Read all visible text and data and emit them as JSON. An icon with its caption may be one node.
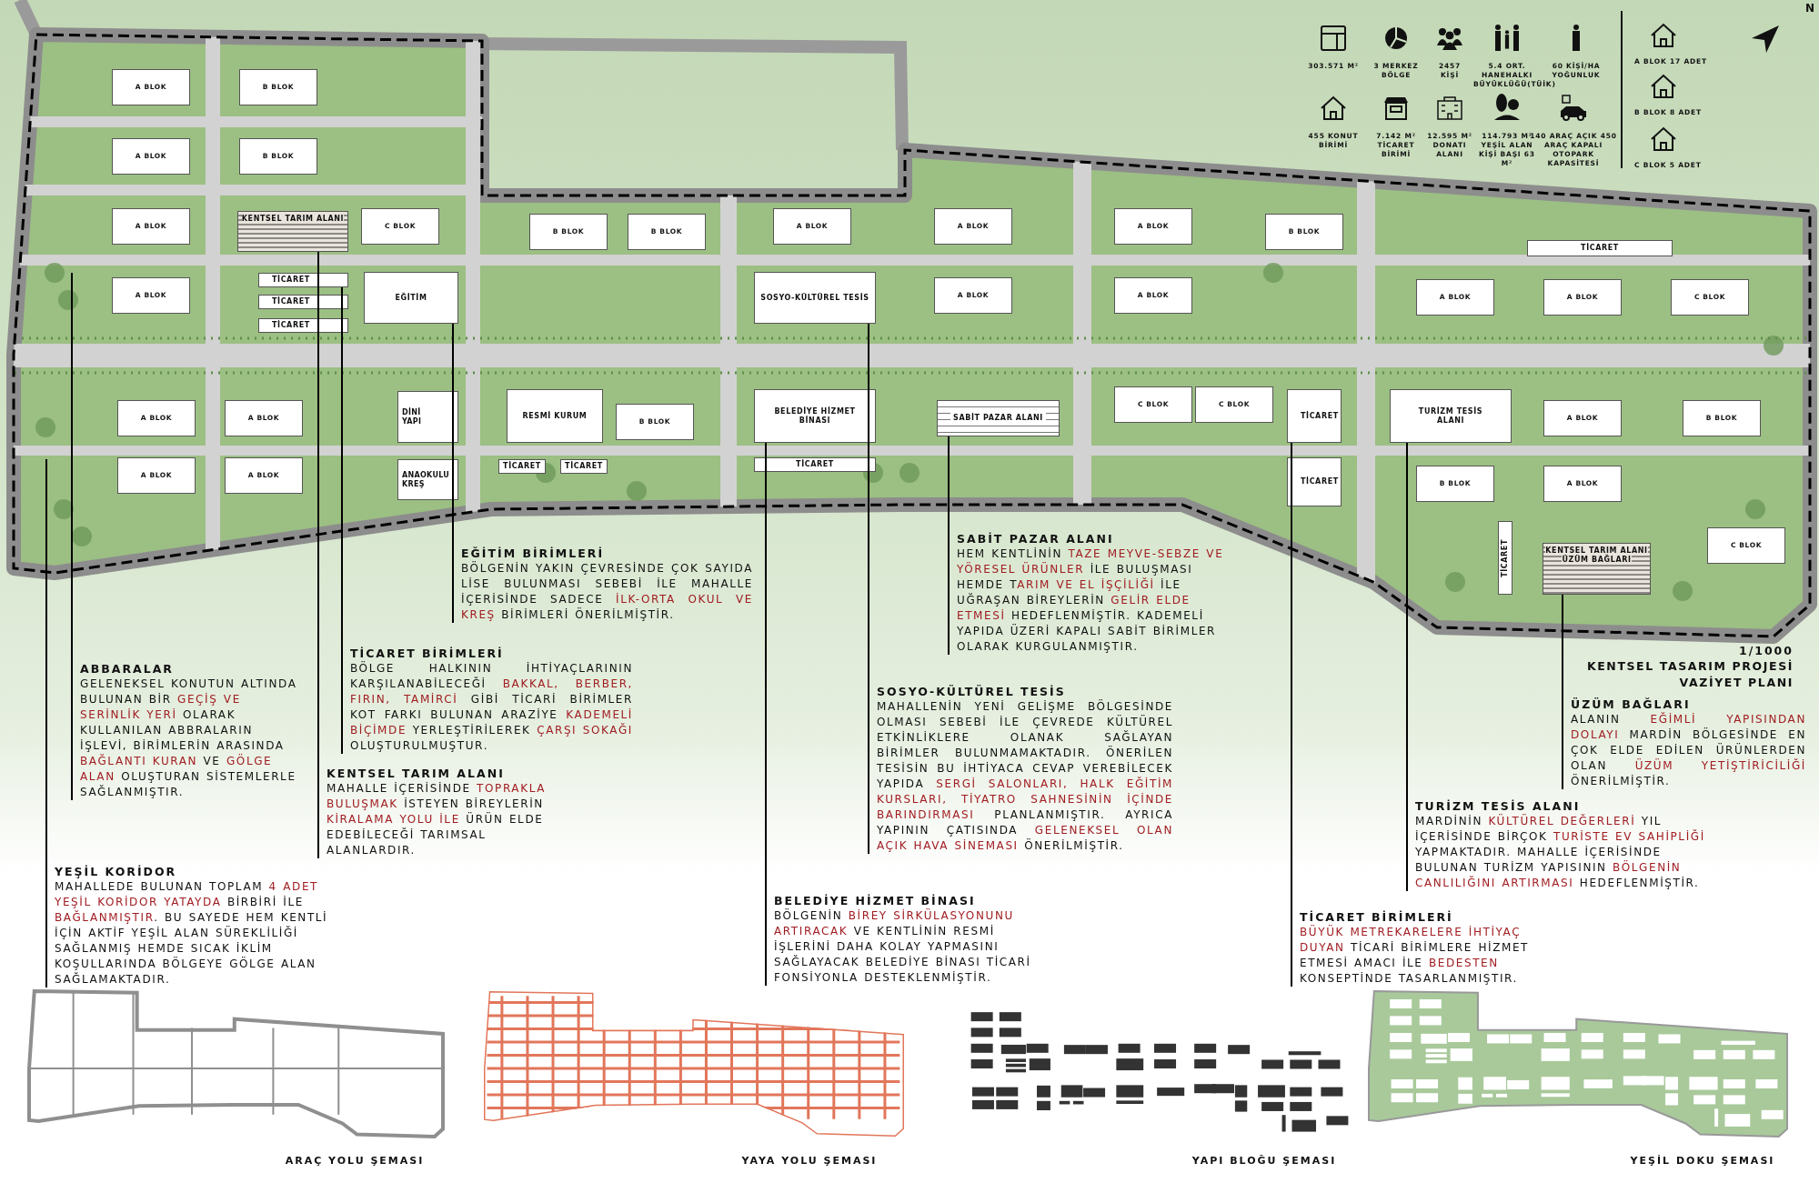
{
  "diagram": {
    "title": "KENTSEL TASARIM PROJESİ VAZİYET PLANI",
    "nodes": [
      {
        "text": [
          "A BLOK"
        ]
      },
      {
        "text": [
          "B BLOK"
        ]
      },
      {
        "text": [
          "A BLOK"
        ]
      },
      {
        "text": [
          "B BLOK"
        ]
      },
      {
        "text": [
          "A BLOK"
        ]
      },
      {
        "text": [
          "KENTSEL TARIM ALANI"
        ]
      },
      {
        "text": [
          "C BLOK"
        ]
      },
      {
        "text": [
          "A BLOK"
        ]
      },
      {
        "text": [
          "B BLOK"
        ]
      },
      {
        "text": [
          "B BLOK"
        ]
      },
      {
        "text": [
          "A BLOK"
        ]
      },
      {
        "text": [
          "A BLOK"
        ]
      },
      {
        "text": [
          "B BLOK"
        ]
      },
      {
        "text": [
          "TİCARET"
        ]
      },
      {
        "text": [
          "TİCARET"
        ]
      },
      {
        "text": [
          "EĞİTİM"
        ]
      },
      {
        "text": [
          "SOSYO-KÜLTÜREL TESİS"
        ]
      },
      {
        "text": [
          "TİCARET"
        ]
      },
      {
        "text": [
          "TİCARET"
        ]
      },
      {
        "text": [
          "A BLOK"
        ]
      },
      {
        "text": [
          "A BLOK"
        ]
      },
      {
        "text": [
          "A BLOK"
        ]
      },
      {
        "text": [
          "A BLOK"
        ]
      },
      {
        "text": [
          "A BLOK"
        ]
      },
      {
        "text": [
          "C BLOK"
        ]
      },
      {
        "text": [
          "A BLOK"
        ]
      },
      {
        "text": [
          "A BLOK"
        ]
      },
      {
        "text": [
          "DİNİ YAPI"
        ]
      },
      {
        "text": [
          "RESMİ KURUM"
        ]
      },
      {
        "text": [
          "B BLOK"
        ]
      },
      {
        "text": [
          "BELEDİYE HİZMET BİNASI"
        ]
      },
      {
        "text": [
          "SABİT PAZAR ALANI"
        ]
      },
      {
        "text": [
          "C BLOK"
        ]
      },
      {
        "text": [
          "C BLOK"
        ]
      },
      {
        "text": [
          "TİCARET"
        ]
      },
      {
        "text": [
          "TURİZM TESİS ALANI"
        ]
      },
      {
        "text": [
          "A BLOK"
        ]
      },
      {
        "text": [
          "B BLOK"
        ]
      },
      {
        "text": [
          "A BLOK"
        ]
      },
      {
        "text": [
          "A BLOK"
        ]
      },
      {
        "text": [
          "ANAOKULU KREŞ"
        ]
      },
      {
        "text": [
          "TİCARET"
        ]
      },
      {
        "text": [
          "TİCARET"
        ]
      },
      {
        "text": [
          "TİCARET"
        ]
      },
      {
        "text": [
          "TİCARET"
        ]
      },
      {
        "text": [
          "B BLOK"
        ]
      },
      {
        "text": [
          "A BLOK"
        ]
      },
      {
        "text": [
          "TİCARET"
        ]
      },
      {
        "text": [
          "KENTSEL TARIM ALANI",
          "ÜZÜM BAĞLARI"
        ]
      },
      {
        "text": [
          "C BLOK"
        ]
      },
      {
        "text": [
          "EĞİTİM BİRİMLERİ",
          "BÖLGENİN YAKIN ÇEVRESİNDE ÇOK SAYIDA LİSE BULUNMASI SEBEBİ İLE MAHALLE İÇERİSİNDE SADECE **İLK-ORTA OKUL VE KREŞ** BİRİMLERİ ÖNERİLMİŞTİR."
        ]
      },
      {
        "text": [
          "SABİT PAZAR ALANI",
          "HEM KENTLİNİN **TAZE MEYVE-SEBZE VE YÖRESEL ÜRÜNLER** İLE BULUŞMASI HEMDE T**ARIM VE EL İŞÇİLİĞİ** İLE UĞRAŞAN BİREYLERİN **GELİR ELDE ETMESİ** HEDEFLENMİŞTİR. KADEMELİ YAPIDA ÜZERİ KAPALI SABİT BİRİMLER OLARAK KURGULANMIŞTIR."
        ]
      },
      {
        "text": [
          "ABBARALAR",
          "GELENEKSEL KONUTUN ALTINDA BULUNAN BİR **GEÇİŞ VE SERİNLİK YERİ** OLARAK KULLANILAN ABBRALARIN İŞLEVİ, BİRİMLERİN ARASINDA **BAĞLANTI KURAN** VE **GÖLGE ALAN** OLUŞTURAN SİSTEMLERLE SAĞLANMIŞTIR."
        ]
      },
      {
        "text": [
          "TİCARET BİRİMLERİ",
          "BÖLGE HALKININ İHTİYAÇLARININ KARŞILANABİLECEĞİ **BAKKAL, BERBER, FIRIN, TAMİRCİ** GİBİ TİCARİ BİRİMLER KOT FARKI BULUNAN ARAZİYE **KADEMELİ BİÇİMDE** YERLEŞTİRİLEREK **ÇARŞI SOKAĞI** OLUŞTURULMUŞTUR."
        ]
      },
      {
        "text": [
          "SOSYO-KÜLTÜREL TESİS",
          "MAHALLENİN YENİ GELİŞME BÖLGESİNDE OLMASI SEBEBİ İLE ÇEVREDE KÜLTÜREL ETKİNLİKLERE OLANAK SAĞLAYAN BİRİMLER BULUNMAMAKTADIR. ÖNERİLEN TESİSİN BU İHTİYACA CEVAP VEREBİLECEK YAPIDA **SERGİ SALONLARI, HALK EĞİTİM KURSLARI, TİYATRO SAHNESİNİN İÇİNDE BARINDIRMASI** PLANLANMIŞTIR. AYRICA YAPININ ÇATISINDA **GELENEKSEL OLAN AÇIK HAVA SİNEMASI** ÖNERİLMİŞTİR."
        ]
      },
      {
        "text": [
          "KENTSEL TARIM ALANI",
          "MAHALLE İÇERİSİNDE **TOPRAKLA BULUŞMAK** İSTEYEN BİREYLERİN **KİRALAMA YOLU İLE** ÜRÜN ELDE EDEBİLECEĞİ TARIMSAL ALANLARDIR."
        ]
      },
      {
        "text": [
          "ÜZÜM BAĞLARI",
          "ALANIN **EĞİMLİ YAPISINDAN DOLAYI** MARDİN BÖLGESİNDE EN ÇOK ELDE EDİLEN ÜRÜNLERDEN OLAN **ÜZÜM YETİŞTİRİCİLİĞİ** ÖNERİLMİŞTİR."
        ]
      },
      {
        "text": [
          "TURİZM TESİS ALANI",
          "MARDİNİN **KÜLTÜREL DEĞERLERİ** YIL İÇERİSİNDE BİRÇOK **TURİSTE EV SAHİPLİĞİ** YAPMAKTADIR. MAHALLE İÇERİSİNDE BULUNAN TURİZM YAPISININ **BÖLGENİN CANLILIĞINI ARTIRMASI** HEDEFLENMİŞTİR."
        ]
      },
      {
        "text": [
          "YEŞİL KORİDOR",
          "MAHALLEDE BULUNAN TOPLAM **4 ADET YEŞİL KORİDOR YATAYDA** BİRBİRİ İLE **BAĞLANMIŞTIR**. BU SAYEDE HEM KENTLİ İÇİN AKTİF YEŞİL ALAN SÜREKLİLİĞİ SAĞLANMIŞ HEMDE SICAK İKLİM KOŞULLARINDA BÖLGEYE GÖLGE ALAN SAĞLAMAKTADIR."
        ]
      },
      {
        "text": [
          "BELEDİYE HİZMET BİNASI",
          "BÖLGENİN **BİREY SİRKÜLASYONUNU ARTIRACAK** VE KENTLİNİN RESMİ İŞLERİNİ DAHA KOLAY YAPMASINI SAĞLAYACAK BELEDİYE BİNASI TİCARİ FONSİYONLA DESTEKLENMİŞTİR."
        ]
      },
      {
        "text": [
          "TİCARET BİRİMLERİ",
          "**BÜYÜK METREKARELERE İHTİYAÇ DUYAN** TİCARİ BİRİMLERE HİZMET ETMESİ AMACI İLE **BEDESTEN** KONSEPTİNDE TASARLANMIŞTIR."
        ]
      }
    ],
    "edges": [
      {
        "from": 50,
        "to": 15,
        "arrow": "none"
      },
      {
        "from": 53,
        "to": 14,
        "arrow": "none"
      },
      {
        "from": 55,
        "to": 5,
        "arrow": "none"
      },
      {
        "from": 52,
        "to": null,
        "arrow": "none"
      },
      {
        "from": 58,
        "to": null,
        "arrow": "none"
      },
      {
        "from": 51,
        "to": 31,
        "arrow": "none"
      },
      {
        "from": 54,
        "to": 16,
        "arrow": "none"
      },
      {
        "from": 59,
        "to": 30,
        "arrow": "none"
      },
      {
        "from": 60,
        "to": 34,
        "arrow": "none"
      },
      {
        "from": 57,
        "to": 35,
        "arrow": "none"
      },
      {
        "from": 56,
        "to": 48,
        "arrow": "none"
      }
    ],
    "labels": [
      "303.571 M²",
      "3 MERKEZ BÖLGE",
      "2457 KİŞİ",
      "5.4 ORT. HANEHALKI BÜYÜKLÜĞÜ(TÜİK)",
      "60 KİŞİ/HA YOĞUNLUK",
      "A BLOK 17 ADET",
      "N",
      "455 KONUT BİRİMİ",
      "7.142 M² TİCARET BİRİMİ",
      "12.595 M² DONATI ALANI",
      "114.793 M² YEŞİL ALAN KİŞİ BAŞI 63 M²",
      "140 ARAÇ AÇIK 450 ARAÇ KAPALI OTOPARK KAPASİTESİ",
      "B BLOK 8 ADET",
      "C BLOK 5 ADET",
      "1/1000",
      "ARAÇ YOLU ŞEMASI",
      "YAYA YOLU ŞEMASI",
      "YAPI BLOĞU ŞEMASI",
      "YEŞİL DOKU ŞEMASI"
    ]
  }
}
